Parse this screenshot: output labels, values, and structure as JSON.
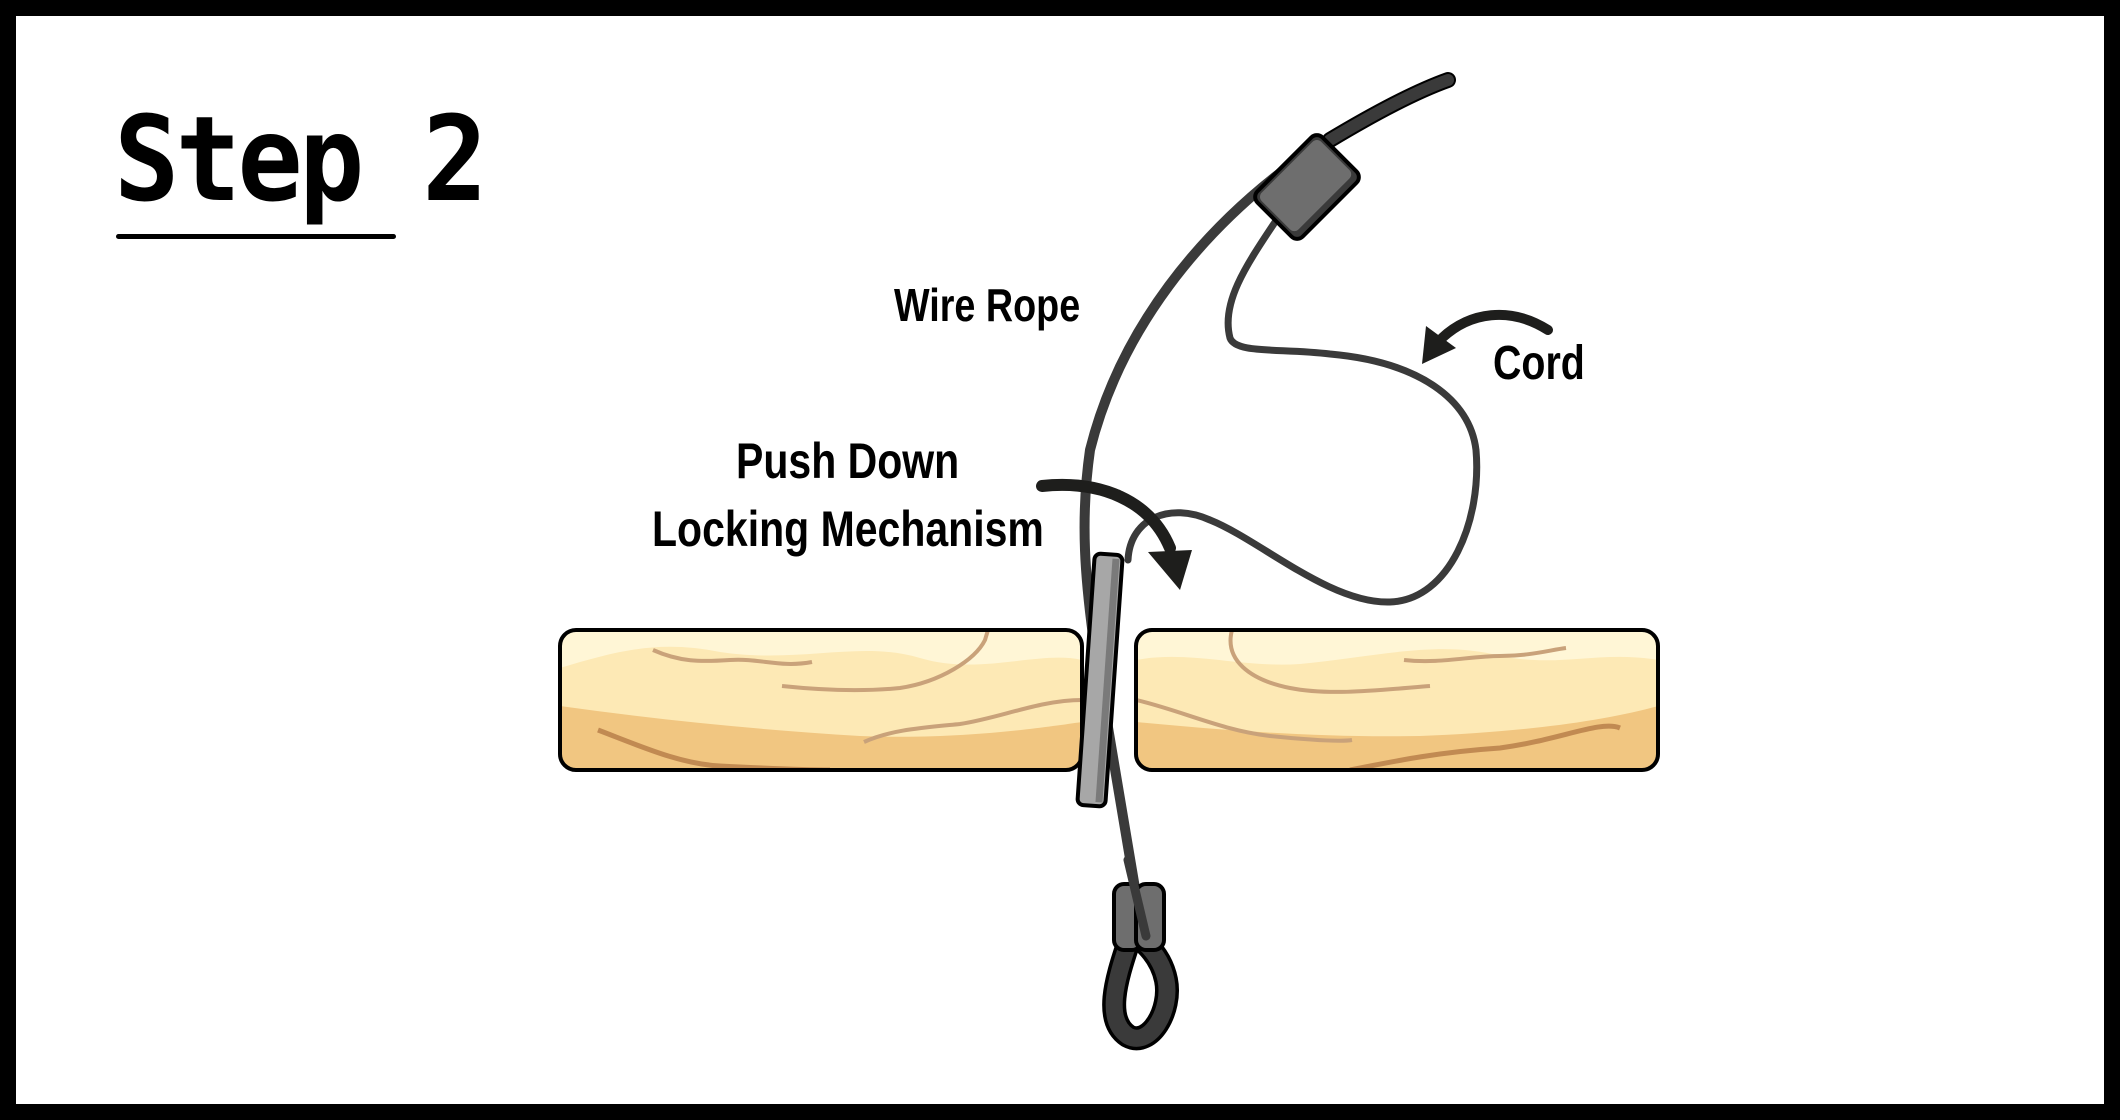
{
  "title": {
    "text": "Step 2"
  },
  "labels": {
    "wire_rope": "Wire Rope",
    "cord": "Cord",
    "push_down_line1": "Push Down",
    "push_down_line2": "Locking Mechanism"
  },
  "colors": {
    "border": "#000000",
    "background": "#ffffff",
    "rope": "#3a3a3a",
    "cord": "#3a3a3a",
    "arrow": "#1e1e1c",
    "ferrule": "#6e6e6e",
    "lock_sleeve": "#a7a7a7",
    "wood_light": "#fff6d6",
    "wood_mid": "#fde9b5",
    "wood_dark": "#f1c681",
    "wood_grain": "#c49a6c"
  },
  "parts": [
    {
      "name": "wire-rope",
      "label_key": "wire_rope"
    },
    {
      "name": "cord",
      "label_key": "cord"
    },
    {
      "name": "locking-mechanism",
      "label_key": "push_down_line2"
    },
    {
      "name": "left-plank"
    },
    {
      "name": "right-plank"
    },
    {
      "name": "top-ferrule"
    },
    {
      "name": "bottom-loop-ferrule"
    }
  ]
}
